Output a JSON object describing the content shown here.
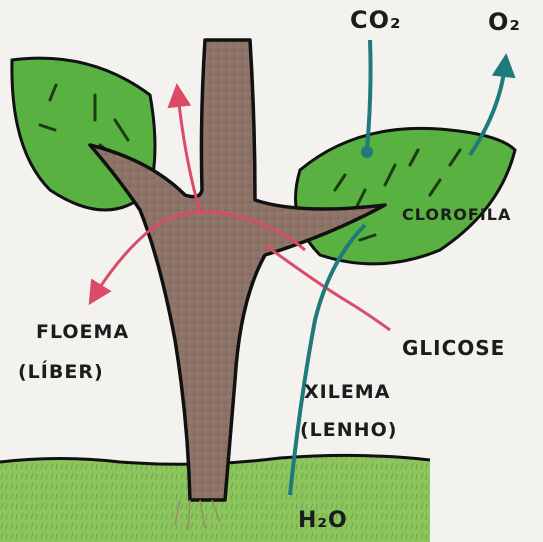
{
  "labels": {
    "co2": "CO₂",
    "o2": "O₂",
    "clorofila": "CLOROFILA",
    "floema_line1": "FLOEMA",
    "floema_line2": "(LÍBER)",
    "glicose": "GLICOSE",
    "xilema_line1": "XILEMA",
    "xilema_line2": "(LENHO)",
    "h2o": "H₂O"
  },
  "colors": {
    "background": "#f4f2ef",
    "leaf": "#59b141",
    "leaf_dark": "#2e7a27",
    "trunk": "#8e7468",
    "ground": "#8cc45e",
    "floema_arrow": "#d94b66",
    "xilema_arrow": "#1f7a7a",
    "outline": "#111111"
  }
}
